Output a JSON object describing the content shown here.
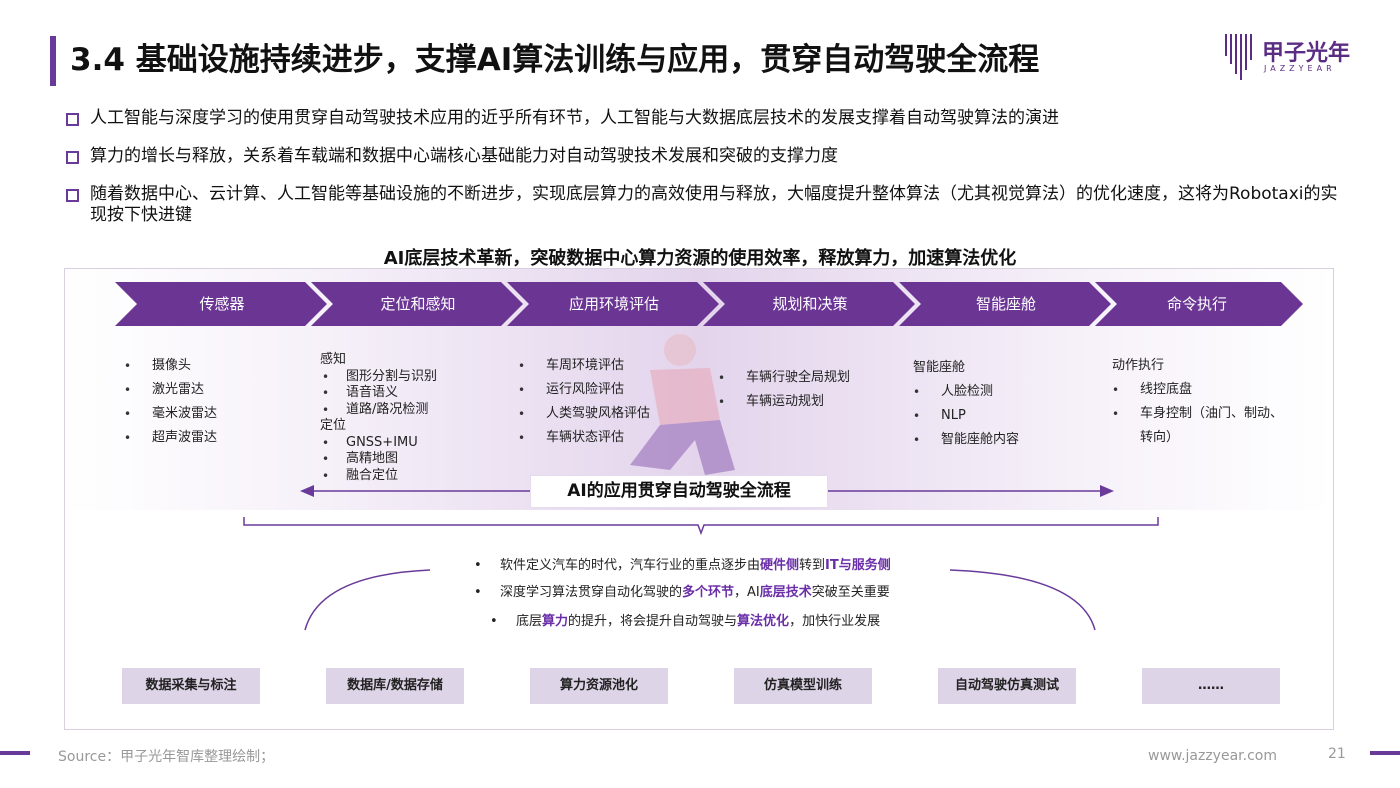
{
  "header": {
    "title": "3.4 基础设施持续进步，支撑AI算法训练与应用，贯穿自动驾驶全流程",
    "logo_text": "甲子光年",
    "logo_sub": "JAZZYEAR",
    "logo_icon": "jazzyear-logo-icon"
  },
  "bullets": [
    "人工智能与深度学习的使用贯穿自动驾驶技术应用的近乎所有环节，人工智能与大数据底层技术的发展支撑着自动驾驶算法的演进",
    "算力的增长与释放，关系着车载端和数据中心端核心基础能力对自动驾驶技术发展和突破的支撑力度",
    "随着数据中心、云计算、人工智能等基础设施的不断进步，实现底层算力的高效使用与释放，大幅度提升整体算法（尤其视觉算法）的优化速度，这将为Robotaxi的实现按下快进键"
  ],
  "diagram": {
    "subtitle": "AI底层技术革新，突破数据中心算力资源的使用效率，释放算力，加速算法优化",
    "stages": [
      "传感器",
      "定位和感知",
      "应用环境评估",
      "规划和决策",
      "智能座舱",
      "命令执行"
    ],
    "col1": [
      "摄像头",
      "激光雷达",
      "毫米波雷达",
      "超声波雷达"
    ],
    "col2": {
      "head1": "感知",
      "items1": [
        "图形分割与识别",
        "语音语义",
        "道路/路况检测"
      ],
      "head2": "定位",
      "items2": [
        "GNSS+IMU",
        "高精地图",
        "融合定位"
      ]
    },
    "col3": [
      "车周环境评估",
      "运行风险评估",
      "人类驾驶风格评估",
      "车辆状态评估"
    ],
    "col4": [
      "车辆行驶全局规划",
      "车辆运动规划"
    ],
    "col5": {
      "head": "智能座舱",
      "items": [
        "人脸检测",
        "NLP",
        "智能座舱内容"
      ]
    },
    "col6": {
      "head": "动作执行",
      "items": [
        "线控底盘",
        "车身控制（油门、制动、",
        "转向）"
      ]
    },
    "flow_label": "AI的应用贯穿自动驾驶全流程",
    "notes": {
      "n1": {
        "a": "软件定义汽车的时代，汽车行业的重点逐步由",
        "b": "硬件侧",
        "c": "转到",
        "d": "IT与服务侧"
      },
      "n2": {
        "a": "深度学习算法贯穿自动化驾驶的",
        "b": "多个环节",
        "c": "，AI",
        "d": "底层技术",
        "e": "突破至关重要"
      },
      "n3": {
        "a": "底层",
        "b": "算力",
        "c": "的提升，将会提升自动驾驶与",
        "d": "算法优化",
        "e": "，加快行业发展"
      }
    },
    "bottom_boxes": [
      "数据采集与标注",
      "数据库/数据存储",
      "算力资源池化",
      "仿真模型训练",
      "自动驾驶仿真测试",
      "……"
    ]
  },
  "footer": {
    "source": "Source：甲子光年智库整理绘制；",
    "url": "www.jazzyear.com",
    "page": "21"
  },
  "colors": {
    "accent": "#6a3a9a",
    "chevron": "#6b3594",
    "box": "#ded4e8",
    "highlight": "#6a2fa8"
  }
}
